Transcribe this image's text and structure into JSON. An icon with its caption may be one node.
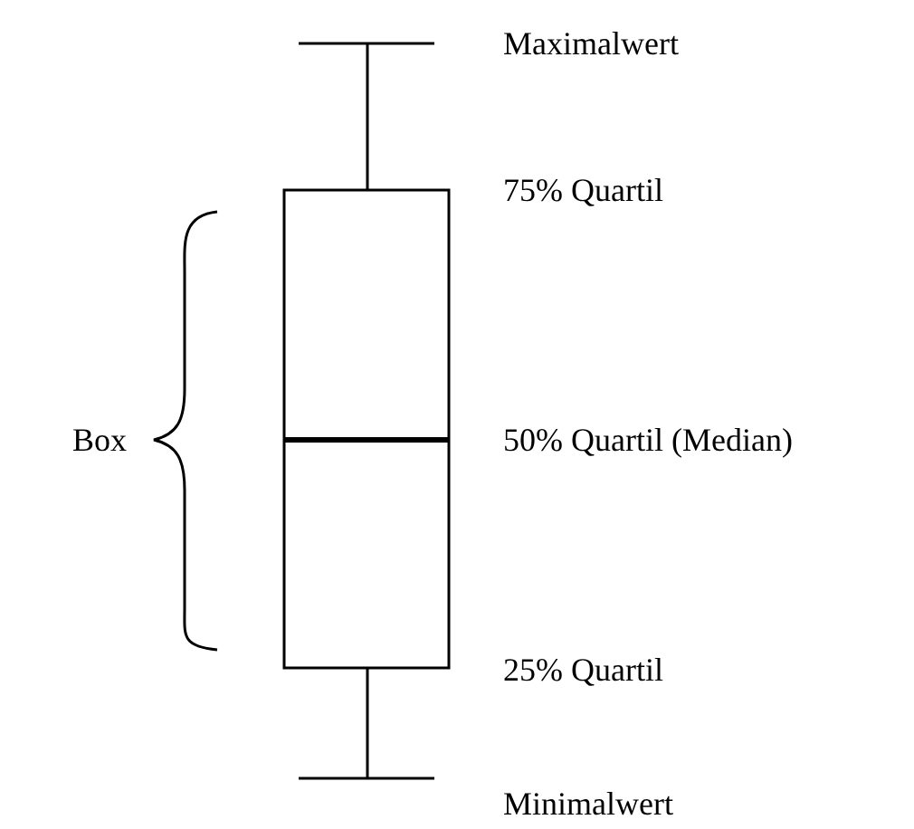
{
  "diagram": {
    "labels": [
      "Maximalwert",
      "75% Quartil",
      "50% Quartil (Median)",
      "25% Quartil",
      "Minimalwert",
      "Box"
    ]
  }
}
